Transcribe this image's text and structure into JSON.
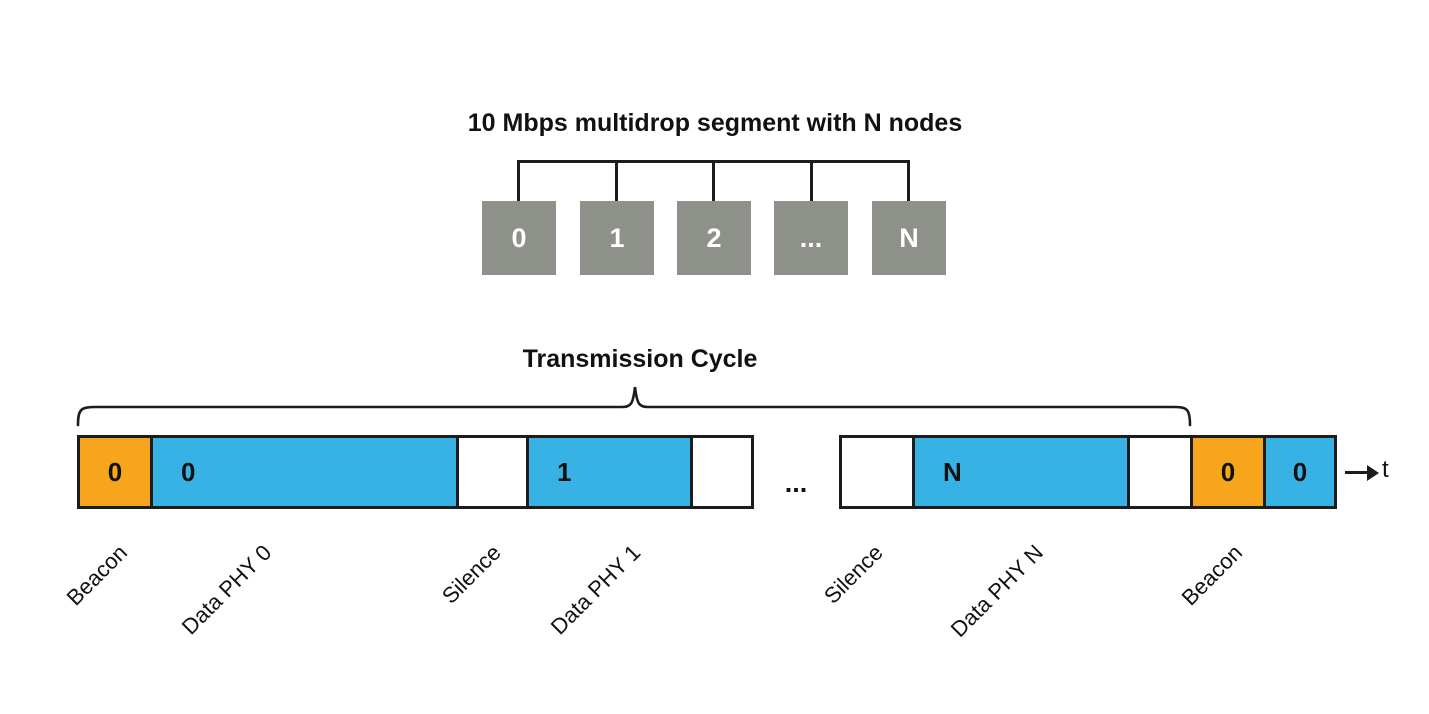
{
  "topology": {
    "title": "10 Mbps multidrop segment with N nodes",
    "node_labels": [
      "0",
      "1",
      "2",
      "...",
      "N"
    ]
  },
  "timeline": {
    "title": "Transmission Cycle",
    "gap_label": "...",
    "time_axis_label": "t",
    "bar1": {
      "segments": [
        {
          "name": "beacon",
          "label": "0"
        },
        {
          "name": "data-phy-0",
          "label": "0"
        },
        {
          "name": "silence",
          "label": ""
        },
        {
          "name": "data-phy-1",
          "label": "1"
        },
        {
          "name": "silence",
          "label": ""
        }
      ]
    },
    "bar2": {
      "segments": [
        {
          "name": "silence",
          "label": ""
        },
        {
          "name": "data-phy-n",
          "label": "N"
        },
        {
          "name": "silence",
          "label": ""
        },
        {
          "name": "beacon",
          "label": "0"
        },
        {
          "name": "data-phy-0-next",
          "label": "0"
        }
      ]
    },
    "slot_labels": [
      "Beacon",
      "Data PHY 0",
      "Silence",
      "Data PHY 1",
      "Silence",
      "Data PHY N",
      "Beacon"
    ]
  },
  "colors": {
    "beacon_orange": "#F7A51C",
    "data_blue": "#38B2E4",
    "node_gray": "#8D9189",
    "line_black": "#1C1C1C"
  }
}
